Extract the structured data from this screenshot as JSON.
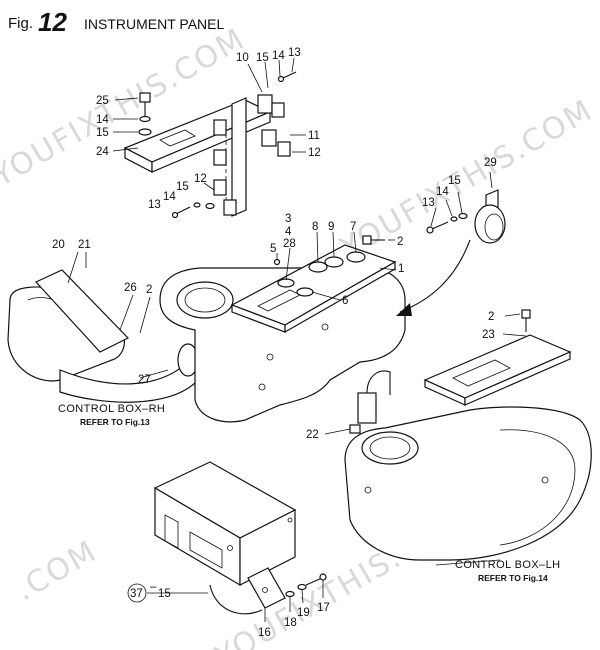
{
  "header": {
    "fig_prefix": "Fig.",
    "fig_number": "12",
    "title": "INSTRUMENT PANEL"
  },
  "callouts": {
    "c1": "1",
    "c2a": "2",
    "c2b": "2",
    "c2c": "2",
    "c3": "3",
    "c4": "4",
    "c5": "5",
    "c6": "6",
    "c7": "7",
    "c8": "8",
    "c9": "9",
    "c10": "10",
    "c11": "11",
    "c12a": "12",
    "c12b": "12",
    "c13a": "13",
    "c13b": "13",
    "c13c": "13",
    "c14a": "14",
    "c14b": "14",
    "c14c": "14",
    "c14d": "14",
    "c15a": "15",
    "c15b": "15",
    "c15c": "15",
    "c15d": "15",
    "c15e": "15",
    "c16": "16",
    "c17": "17",
    "c18": "18",
    "c19": "19",
    "c20": "20",
    "c21": "21",
    "c22": "22",
    "c23": "23",
    "c24": "24",
    "c25": "25",
    "c26": "26",
    "c27": "27",
    "c28": "28",
    "c29": "29",
    "c37": "37"
  },
  "labels": {
    "control_box_rh": "CONTROL BOX–RH",
    "refer_rh": "REFER TO Fig.13",
    "control_box_lh": "CONTROL BOX–LH",
    "refer_lh": "REFER TO Fig.14"
  },
  "watermark": {
    "text_a": "YOUFIXTHIS.COM",
    "text_b": "YOUFIXTHIS.COM",
    "text_c": "YOUFIXTHIS.COM",
    "text_d": ".COM"
  }
}
